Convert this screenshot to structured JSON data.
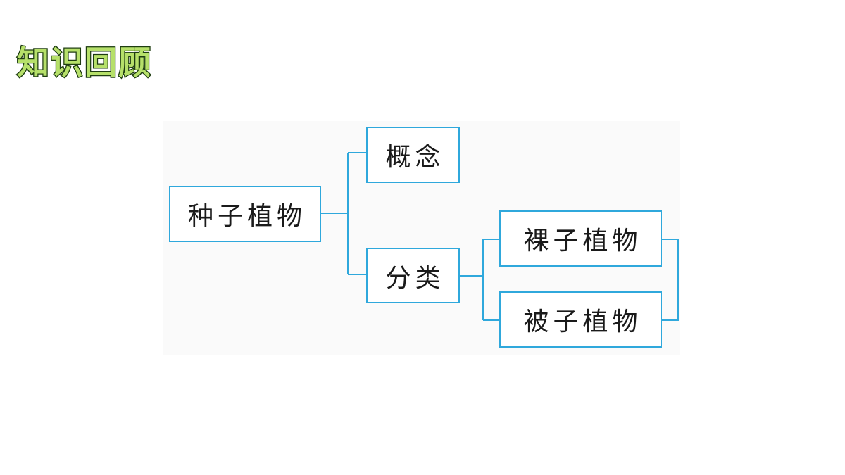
{
  "header": {
    "title": "知识回顾"
  },
  "diagram": {
    "nodes": {
      "root": "种子植物",
      "concept": "概念",
      "classification": "分类",
      "gymnosperm": "裸子植物",
      "angiosperm": "被子植物"
    },
    "colors": {
      "border": "#2fa8dc",
      "connector": "#2fa8dc",
      "title_fill": "#b6e06a",
      "title_outline": "#1f3d12"
    }
  }
}
